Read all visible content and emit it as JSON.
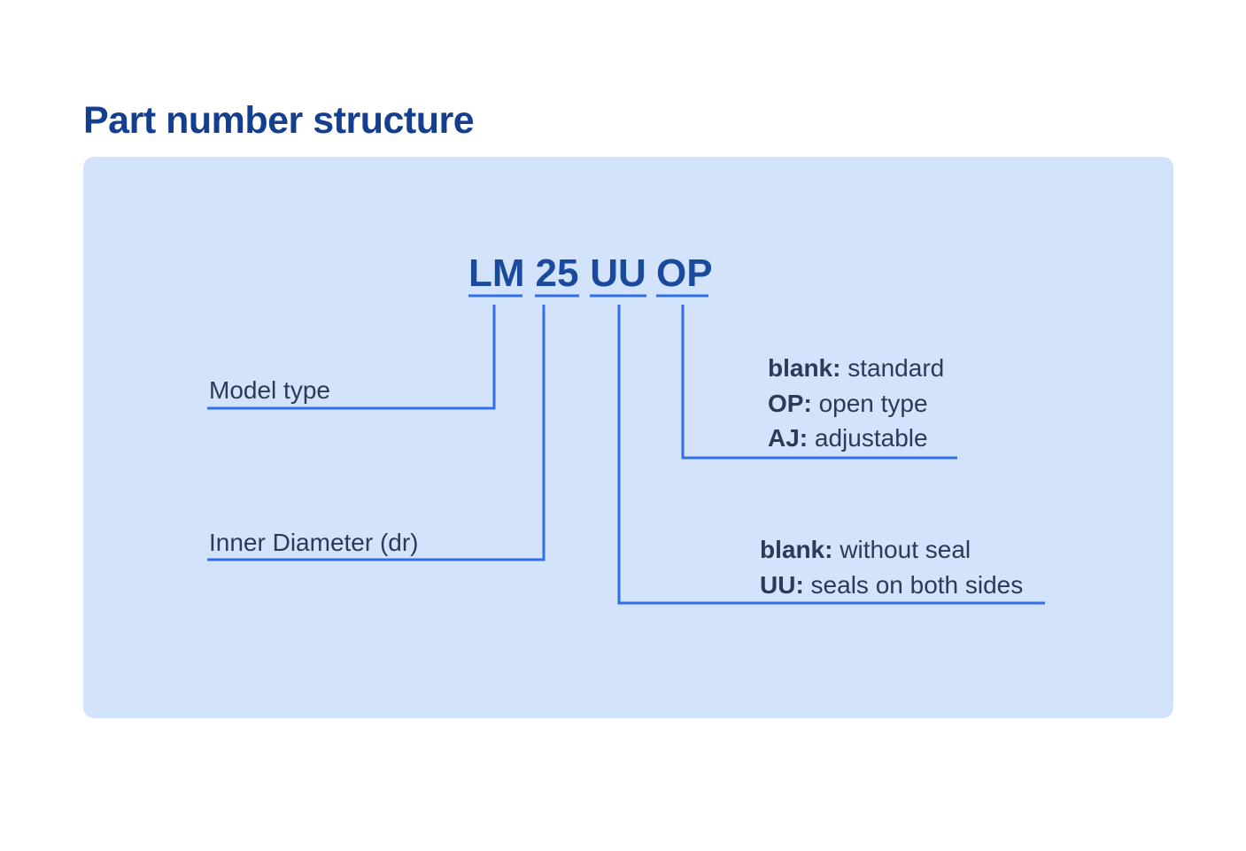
{
  "title": "Part number structure",
  "part_number": {
    "segments": [
      "LM",
      "25",
      "UU",
      "OP"
    ]
  },
  "labels": {
    "model_type": "Model type",
    "inner_diameter": "Inner Diameter (dr)"
  },
  "suffix_options": [
    {
      "code": "blank:",
      "text": "standard"
    },
    {
      "code": "OP:",
      "text": "open type"
    },
    {
      "code": "AJ:",
      "text": "adjustable"
    }
  ],
  "seal_options": [
    {
      "code": "blank:",
      "text": "without seal"
    },
    {
      "code": "UU:",
      "text": "seals on both sides"
    }
  ],
  "colors": {
    "title": "#143f8f",
    "panel": "#d4e3fc",
    "line": "#2f6fe8",
    "code_text": "#1a4a9e",
    "body_text": "#2b3a55"
  }
}
